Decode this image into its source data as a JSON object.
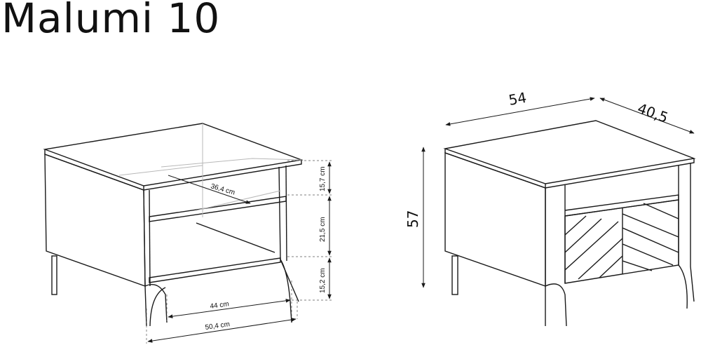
{
  "title": "Malumi 10",
  "left_view": {
    "dims": {
      "inner_depth": "36,4 cm",
      "top_gap": "15,7 cm",
      "middle_gap": "21,5 cm",
      "bottom_gap": "15,2 cm",
      "inner_width": "44 cm",
      "overall_width": "50,4 cm"
    }
  },
  "right_view": {
    "dims": {
      "width": "54",
      "depth": "40,5",
      "height": "57"
    }
  }
}
